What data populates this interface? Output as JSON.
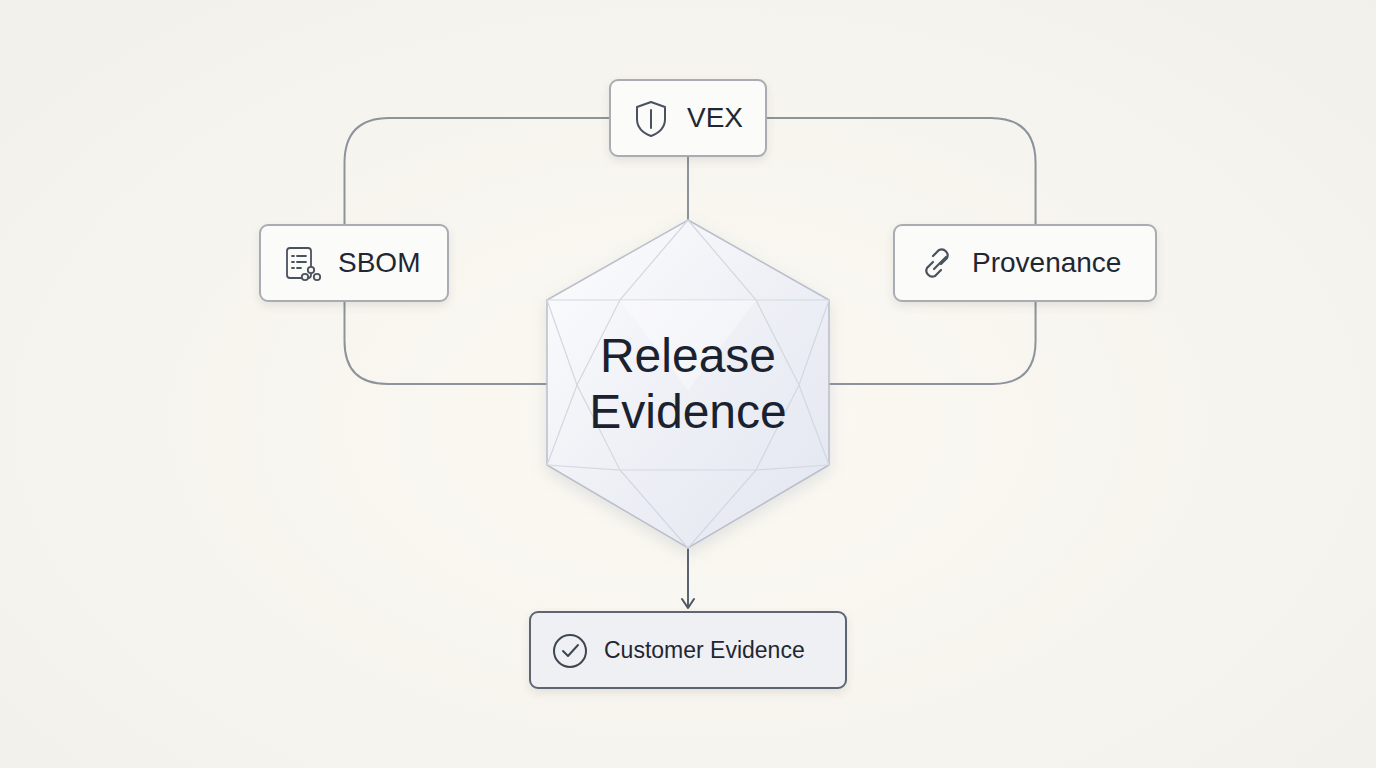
{
  "diagram": {
    "nodes": [
      {
        "text": [
          "VEX"
        ]
      },
      {
        "text": [
          "SBOM"
        ]
      },
      {
        "text": [
          "Provenance"
        ]
      },
      {
        "text": [
          "Release Evidence"
        ]
      },
      {
        "text": [
          "Customer Evidence"
        ]
      }
    ],
    "edges": [
      {
        "from": 1,
        "to": 0,
        "arrow": "none"
      },
      {
        "from": 0,
        "to": 2,
        "arrow": "none"
      },
      {
        "from": 0,
        "to": 3,
        "arrow": "none"
      },
      {
        "from": 1,
        "to": 3,
        "arrow": "none"
      },
      {
        "from": 2,
        "to": 3,
        "arrow": "none"
      },
      {
        "from": 3,
        "to": 4,
        "arrow": "to"
      }
    ]
  }
}
